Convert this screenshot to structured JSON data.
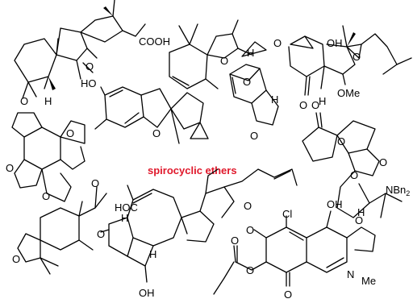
{
  "title": {
    "text": "spirocyclic ethers",
    "color": "#e0182b"
  },
  "atom_labels": {
    "cooh": "COOH",
    "o": "O",
    "h": "H",
    "oh": "OH",
    "ho": "HO",
    "ome": "OMe",
    "hoc": "HOC",
    "cl": "Cl",
    "n": "N",
    "me": "Me",
    "nbn": "NBn",
    "nbn_sub": "2"
  },
  "colors": {
    "ink": "#000000",
    "background": "#ffffff"
  }
}
